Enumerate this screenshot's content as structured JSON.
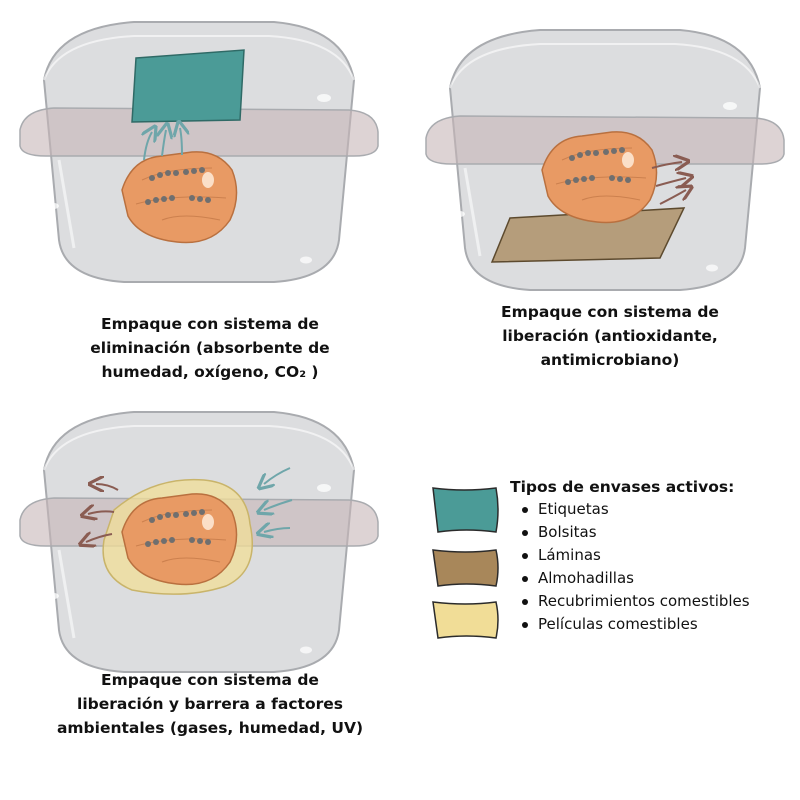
{
  "captions": {
    "elimination": [
      "Empaque con sistema de",
      "eliminación (absorbente de",
      "humedad, oxígeno, CO₂ )"
    ],
    "release": [
      "Empaque con sistema de",
      "liberación (antioxidante,",
      "antimicrobiano)"
    ],
    "release_barrier": [
      "Empaque con sistema de",
      "liberación y barrera a factores",
      "ambientales (gases, humedad, UV)"
    ]
  },
  "legend": {
    "title": "Tipos de envases activos:",
    "items": [
      "Etiquetas",
      "Bolsitas",
      "Láminas",
      "Almohadillas",
      "Recubrimientos comestibles",
      "Películas comestibles"
    ],
    "swatches": [
      {
        "name": "teal-swatch",
        "color": "#4b9b97"
      },
      {
        "name": "brown-swatch",
        "color": "#a8875a"
      },
      {
        "name": "yellow-swatch",
        "color": "#f1dd97"
      }
    ]
  },
  "colors": {
    "container": "#cfd0d2",
    "container_edge": "#a9abaf",
    "fruit": "#e89a64",
    "arrow_in": "#6fa6aa",
    "arrow_out": "#8a5c52"
  }
}
